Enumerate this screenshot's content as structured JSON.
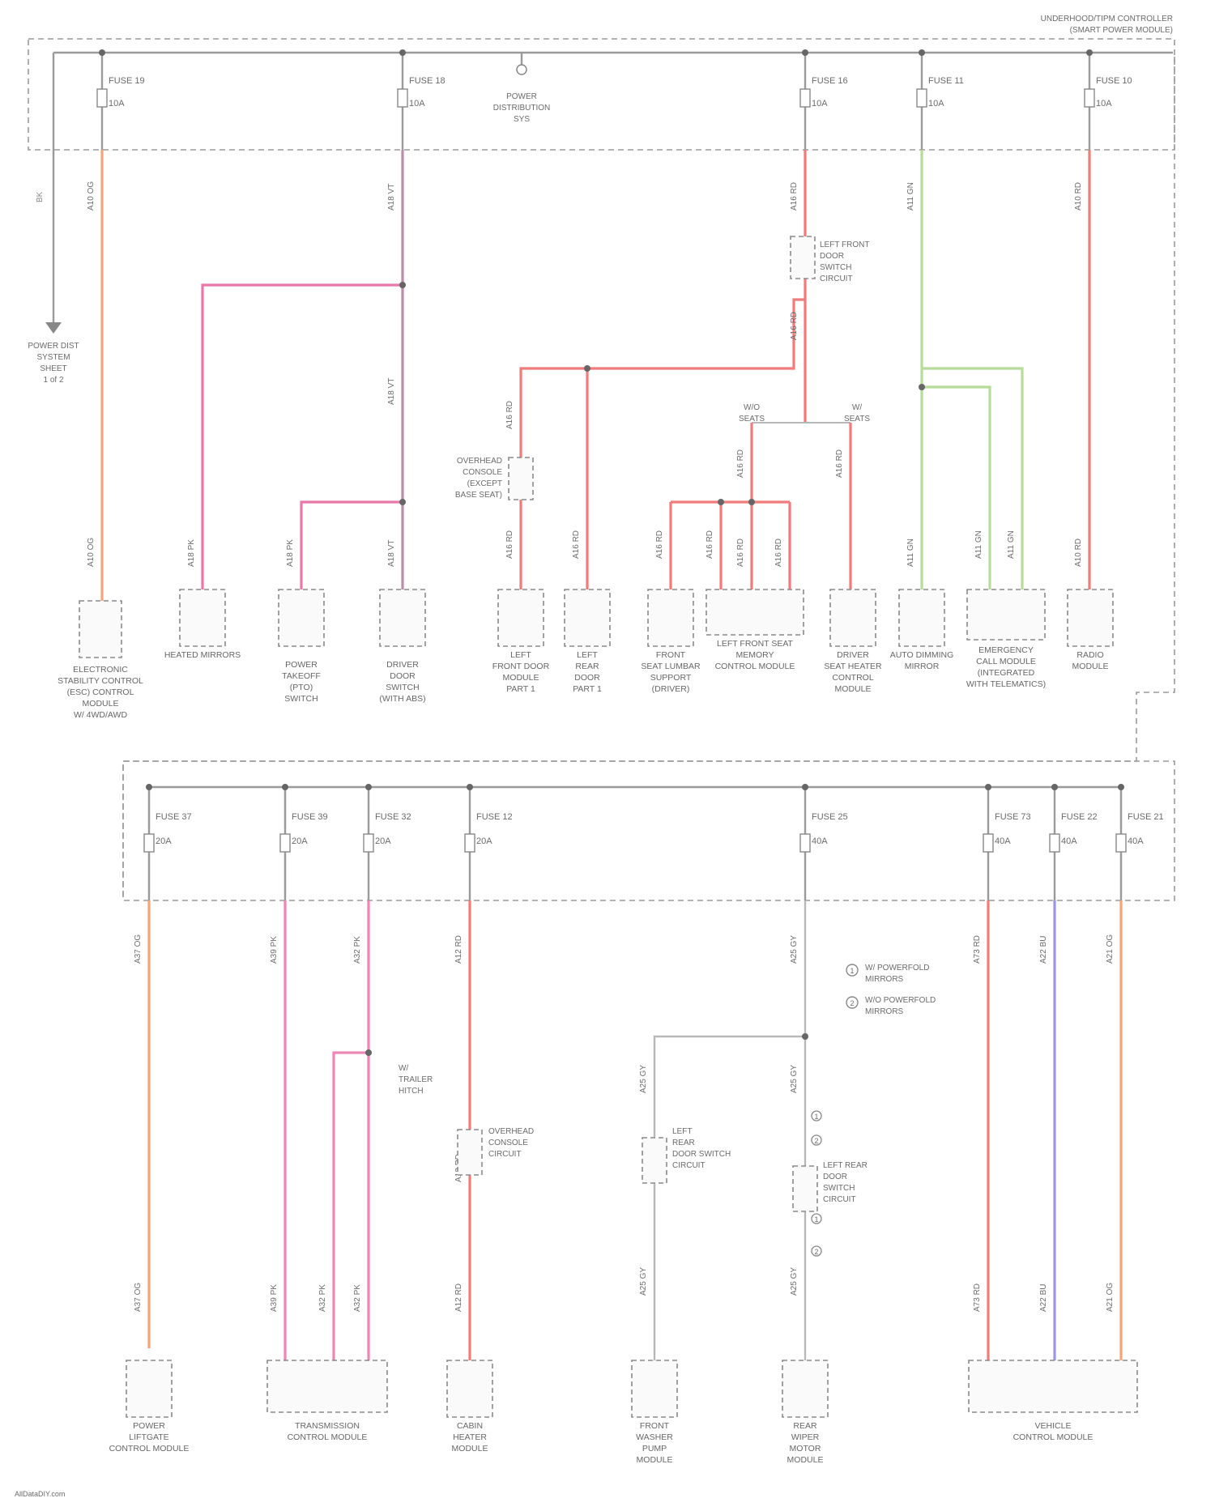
{
  "header": {
    "title_line1": "UNDERHOOD/TIPM CONTROLLER",
    "title_line2": "(SMART POWER MODULE)"
  },
  "fuses_top": [
    {
      "name": "FUSE 19",
      "amps": "10A"
    },
    {
      "name": "FUSE 18",
      "amps": "10A"
    },
    {
      "name": "FUSE 16",
      "amps": "10A"
    },
    {
      "name": "FUSE 11",
      "amps": "10A"
    },
    {
      "name": "FUSE 10",
      "amps": "10A"
    }
  ],
  "fuses_bottom": [
    {
      "name": "FUSE 37",
      "amps": "20A"
    },
    {
      "name": "FUSE 39",
      "amps": "20A"
    },
    {
      "name": "FUSE 32",
      "amps": "20A"
    },
    {
      "name": "FUSE 12",
      "amps": "20A"
    },
    {
      "name": "FUSE 25",
      "amps": "40A"
    },
    {
      "name": "FUSE 73",
      "amps": "40A"
    },
    {
      "name": "FUSE 22",
      "amps": "40A"
    },
    {
      "name": "FUSE 21",
      "amps": "40A"
    }
  ],
  "ground_lines": [
    "POWER",
    "DISTRIBUTION",
    "SYS"
  ],
  "ground_ref_lines": [
    "POWER DIST",
    "SYSTEM",
    "SHEET",
    "1 of 2"
  ],
  "splice_labels": {
    "left_front_door": [
      "LEFT FRONT",
      "DOOR",
      "SWITCH",
      "CIRCUIT"
    ],
    "overhead_console": [
      "OVERHEAD",
      "CONSOLE",
      "(EXCEPT",
      "BASE SEAT)"
    ],
    "w_seats": [
      "W/O",
      "SEATS"
    ],
    "w_seats_b": [
      "W/",
      "SEATS"
    ],
    "w_trailer": [
      "W/",
      "TRAILER",
      "HITCH"
    ],
    "overhead_console_b": [
      "OVERHEAD",
      "CONSOLE",
      "CIRCUIT"
    ],
    "left_rear_door": [
      "LEFT",
      "REAR",
      "DOOR SWITCH",
      "CIRCUIT"
    ],
    "left_rear_door_b": [
      "LEFT REAR",
      "DOOR",
      "SWITCH",
      "CIRCUIT"
    ]
  },
  "legend": [
    {
      "symbol": "1",
      "text": [
        "W/ POWERFOLD",
        "MIRRORS"
      ]
    },
    {
      "symbol": "2",
      "text": [
        "W/O POWERFOLD",
        "MIRRORS"
      ]
    }
  ],
  "components_top": [
    {
      "key": "c1",
      "label": [
        "ELECTRONIC",
        "STABILITY CONTROL",
        "(ESC) CONTROL",
        "MODULE",
        "W/ 4WD/AWD"
      ]
    },
    {
      "key": "c2",
      "label": [
        "HEATED MIRRORS"
      ]
    },
    {
      "key": "c3",
      "label": [
        "POWER",
        "TAKEOFF",
        "(PTO)",
        "SWITCH"
      ]
    },
    {
      "key": "c4",
      "label": [
        "DRIVER",
        "DOOR",
        "SWITCH",
        "(WITH ABS)"
      ]
    },
    {
      "key": "c5",
      "label": [
        "LEFT",
        "FRONT DOOR",
        "MODULE",
        "PART 1"
      ]
    },
    {
      "key": "c6",
      "label": [
        "LEFT",
        "REAR",
        "DOOR",
        "PART 1"
      ]
    },
    {
      "key": "c7",
      "label": [
        "FRONT",
        "SEAT LUMBAR",
        "SUPPORT",
        "(DRIVER)"
      ]
    },
    {
      "key": "c8",
      "label": [
        "LEFT FRONT SEAT",
        "MEMORY",
        "CONTROL MODULE"
      ]
    },
    {
      "key": "c9",
      "label": [
        "DRIVER",
        "SEAT HEATER",
        "CONTROL",
        "MODULE"
      ]
    },
    {
      "key": "c10",
      "label": [
        "AUTO DIMMING",
        "MIRROR"
      ]
    },
    {
      "key": "c11",
      "label": [
        "EMERGENCY",
        "CALL MODULE",
        "(INTEGRATED",
        "WITH TELEMATICS)"
      ]
    },
    {
      "key": "c12",
      "label": [
        "RADIO",
        "MODULE"
      ]
    }
  ],
  "components_bottom": [
    {
      "key": "b1",
      "label": [
        "POWER",
        "LIFTGATE",
        "CONTROL MODULE"
      ]
    },
    {
      "key": "b2",
      "label": [
        "TRANSMISSION",
        "CONTROL MODULE"
      ]
    },
    {
      "key": "b3",
      "label": [
        "CABIN",
        "HEATER",
        "MODULE"
      ]
    },
    {
      "key": "b4",
      "label": [
        "FRONT",
        "WASHER",
        "PUMP",
        "MODULE"
      ]
    },
    {
      "key": "b5",
      "label": [
        "REAR",
        "WIPER",
        "MOTOR",
        "MODULE"
      ]
    },
    {
      "key": "b6",
      "label": [
        "VEHICLE",
        "CONTROL MODULE"
      ]
    }
  ],
  "footer": {
    "watermark": "AllDataDIY.com"
  },
  "colors": {
    "wire_orange": "#f5a37a",
    "wire_red": "#f07b7b",
    "wire_pink": "#ec86b4",
    "wire_green": "#b7dc9a",
    "wire_blue": "#9b96e8",
    "wire_gray": "#b8b8b8",
    "wire_purple_gray": "#b88fa7"
  }
}
